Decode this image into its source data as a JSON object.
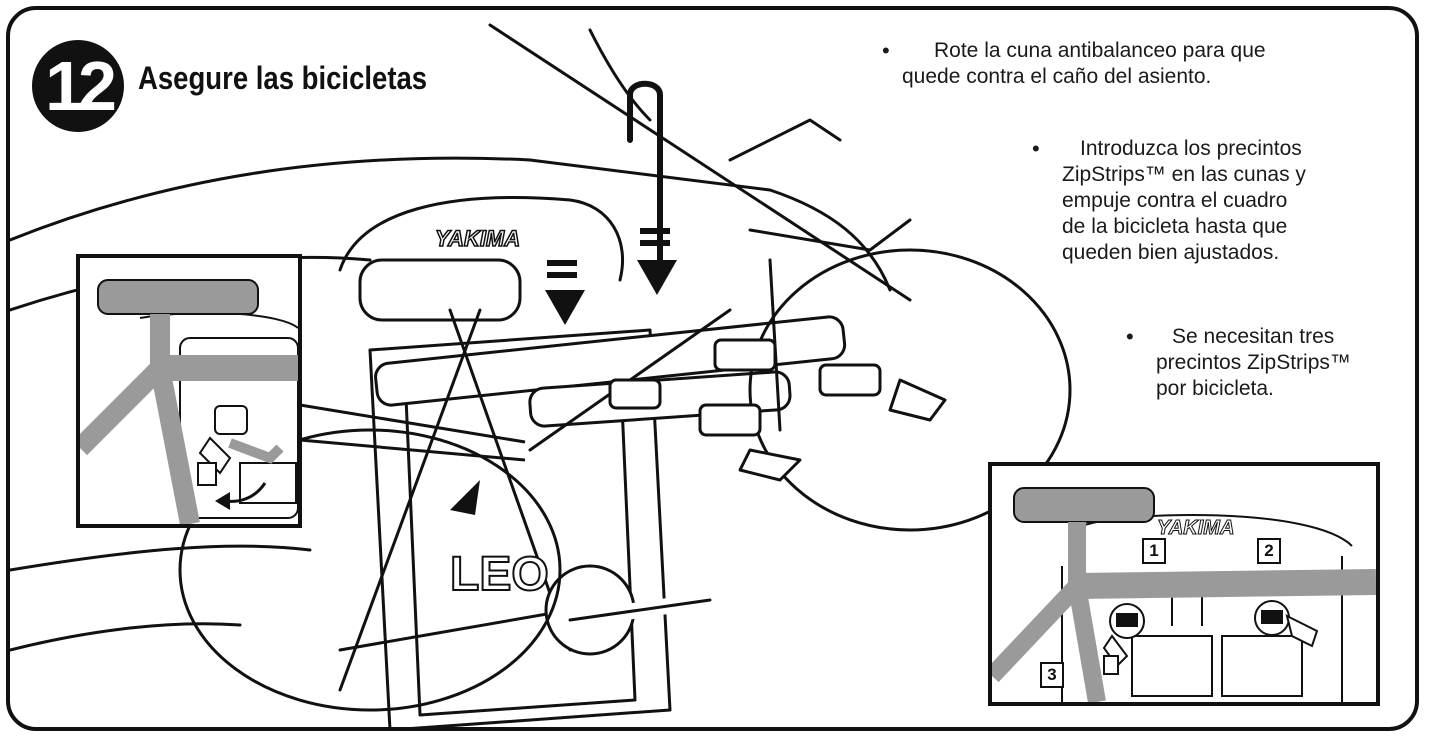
{
  "step": {
    "number": "12",
    "title": "Asegure las bicicletas"
  },
  "bullets": [
    {
      "text_lines": [
        "Rote la cuna antibalanceo para que",
        "quede contra el caño del asiento."
      ]
    },
    {
      "text_lines": [
        "Introduzca los precintos",
        "ZipStrips™ en las cunas y",
        "empuje contra el cuadro",
        "de la bicicleta hasta que",
        "queden bien ajustados."
      ]
    },
    {
      "text_lines": [
        "Se necesitan tres",
        "precintos ZipStrips™",
        "por bicicleta."
      ]
    }
  ],
  "brand": {
    "rack_logo": "YAKIMA",
    "plate_text": "LEO"
  },
  "inset_right": {
    "callouts": [
      "1",
      "2",
      "3"
    ]
  },
  "icons": {
    "bullet": "bullet-dot-icon",
    "arrow": "push-arrow-icon",
    "rotate": "rotate-arrow-icon"
  },
  "colors": {
    "line": "#111111",
    "gray_fill": "#9a9a9a",
    "background": "#ffffff"
  }
}
